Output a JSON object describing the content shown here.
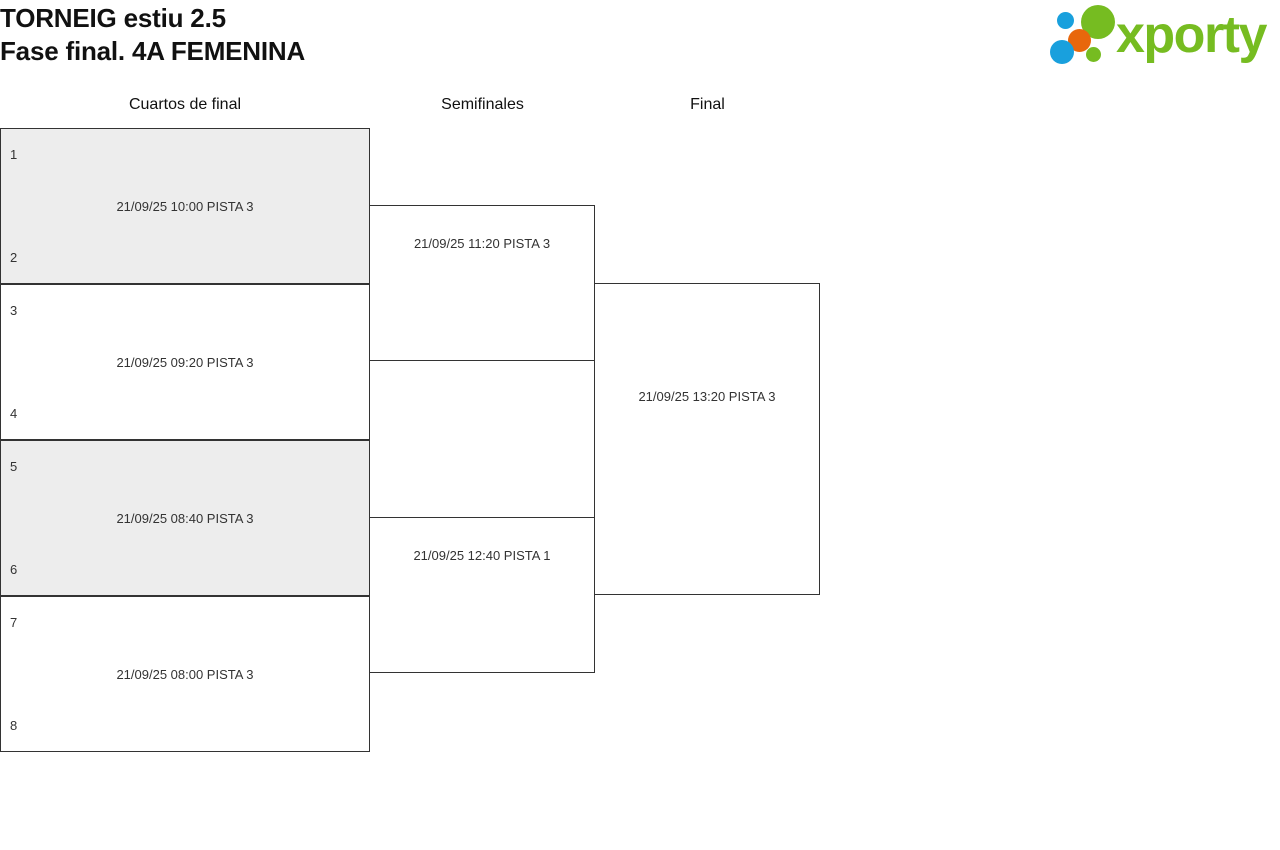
{
  "header": {
    "title_line1": "TORNEIG estiu 2.5",
    "title_line2": "Fase final. 4A FEMENINA"
  },
  "logo": {
    "text": "xporty",
    "colors": {
      "green": "#76bc21",
      "blue": "#19a0dd",
      "orange": "#e8670c"
    }
  },
  "rounds": [
    {
      "name": "Cuartos de final"
    },
    {
      "name": "Semifinales"
    },
    {
      "name": "Final"
    }
  ],
  "bracket": {
    "quarterfinals": [
      {
        "seed_top": "1",
        "seed_bottom": "2",
        "label": "21/09/25 10:00 PISTA 3",
        "shaded": true
      },
      {
        "seed_top": "3",
        "seed_bottom": "4",
        "label": "21/09/25 09:20 PISTA 3",
        "shaded": false
      },
      {
        "seed_top": "5",
        "seed_bottom": "6",
        "label": "21/09/25 08:40 PISTA 3",
        "shaded": true
      },
      {
        "seed_top": "7",
        "seed_bottom": "8",
        "label": "21/09/25 08:00 PISTA 3",
        "shaded": false
      }
    ],
    "semifinals": [
      {
        "label": "21/09/25 11:20 PISTA 3"
      },
      {
        "label": "21/09/25 12:40 PISTA 1"
      }
    ],
    "final": [
      {
        "label": "21/09/25 13:20 PISTA 3"
      }
    ]
  }
}
